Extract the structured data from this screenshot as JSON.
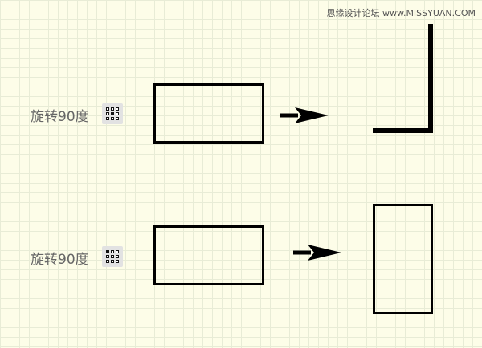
{
  "watermark": "思缘设计论坛 www.MISSYUAN.COM",
  "rows": [
    {
      "label": "旋转90度",
      "anchor_icon": "anchor-grid-center-icon",
      "anchor": "center"
    },
    {
      "label": "旋转90度",
      "anchor_icon": "anchor-grid-top-left-icon",
      "anchor": "top-left"
    }
  ]
}
